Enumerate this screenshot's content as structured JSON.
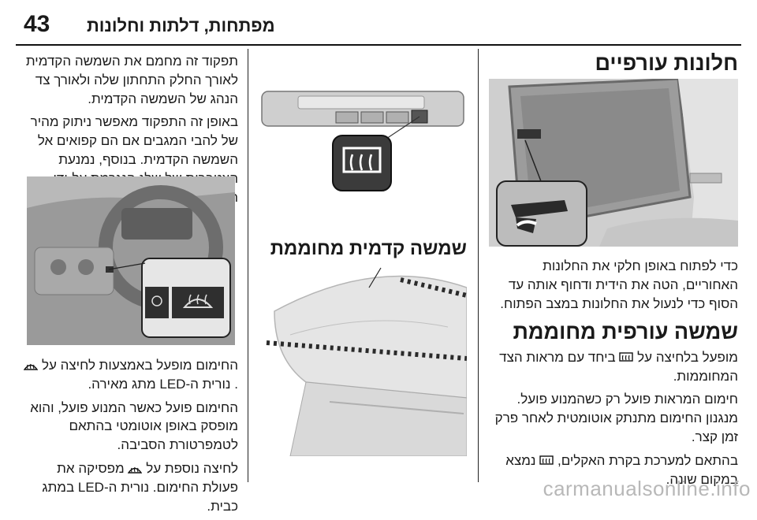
{
  "header": {
    "page_number": "43",
    "chapter_title": "מפתחות, דלתות וחלונות"
  },
  "right_column": {
    "section_title": "חלונות עורפיים",
    "p1": "כדי לפתוח באופן חלקי את החלונות האחוריים, הטה את הידית ודחוף אותה עד הסוף כדי לנעול את החלונות במצב הפתוח.",
    "heated_title": "שמשה עורפית מחוממת",
    "p2_a": "מופעל בלחיצה על",
    "p2_b": "ביחד עם מראות הצד המחוממות.",
    "p3": "חימום המראות פועל רק כשהמנוע פועל. מנגנון החימום מתנתק אוטומטית לאחר פרק זמן קצר.",
    "p4_a": "בהתאם למערכת בקרת האקלים,",
    "p4_b": "נמצא במקום שונה."
  },
  "middle_column": {
    "caption": "שמשה קדמית מחוממת"
  },
  "left_column": {
    "p1": "תפקוד זה מחמם את השמשה הקדמית לאורך החלק התחתון שלה ולאורך צד הנהג של השמשה הקדמית.",
    "p2": "באופן זה התפקוד מאפשר ניתוק מהיר של להבי המגבים אם הם קפואים אל השמשה הקדמית. בנוסף, נמנעת הצטברות של שלג הנגרמת על-ידי הפעולה של מגבי השמשה הקדמית.",
    "p3_a": "החימום מופעל באמצעות לחיצה על",
    "p3_b": ".",
    "p3_c": "נורית ה-LED מתג מאירה.",
    "p4": "החימום פועל כאשר המנוע פועל, והוא מופסק באופן אוטומטי בהתאם לטמפרטורת הסביבה.",
    "p5_a": "לחיצה נוספת על",
    "p5_b": "מפסיקה את פעולת החימום. נורית ה-LED במתג כבית."
  },
  "watermark": "carmanualsonline.info",
  "icons": [
    "rear-defrost-icon",
    "front-defrost-icon"
  ]
}
